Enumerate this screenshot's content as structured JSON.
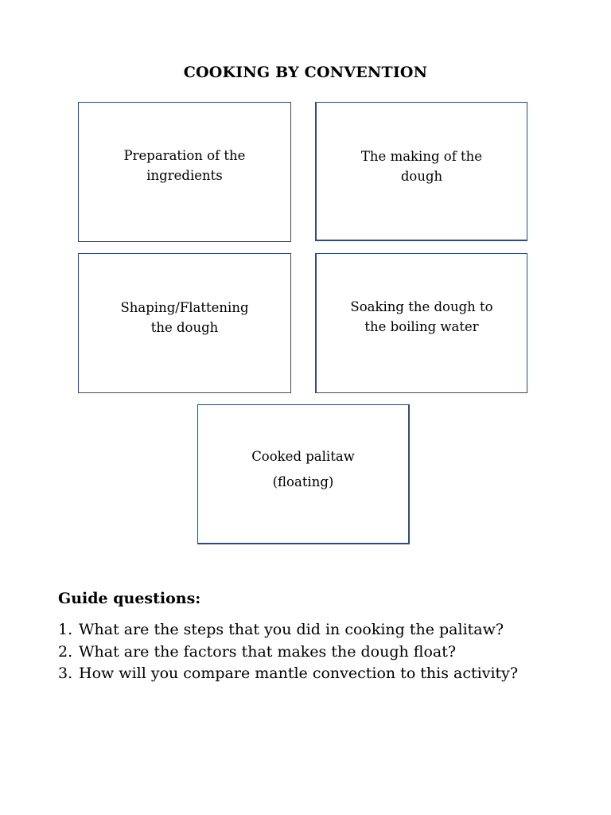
{
  "document": {
    "title": "COOKING BY CONVENTION",
    "boxes": [
      {
        "lines": [
          "Preparation of the",
          "ingredients"
        ]
      },
      {
        "lines": [
          "The making of the",
          "dough"
        ]
      },
      {
        "lines": [
          "Shaping/Flattening",
          "the dough"
        ]
      },
      {
        "lines": [
          "Soaking the dough to",
          "the boiling water"
        ]
      },
      {
        "lines": [
          "Cooked palitaw",
          "(floating)"
        ]
      }
    ],
    "guide_heading": "Guide questions:",
    "questions": [
      {
        "number": "1.",
        "text": "What are the steps that you did in cooking the palitaw?"
      },
      {
        "number": "2.",
        "text": "What are the factors that makes the dough float?"
      },
      {
        "number": "3.",
        "text": "How will you compare mantle convection to this activity?"
      }
    ]
  }
}
